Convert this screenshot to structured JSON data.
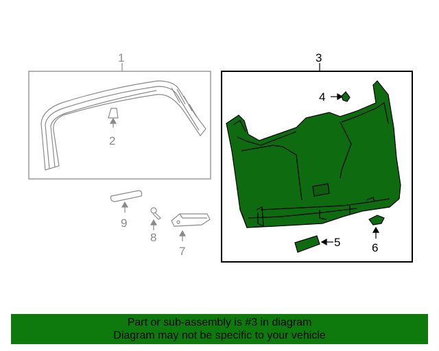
{
  "callouts": {
    "p1": "1",
    "p2": "2",
    "p3": "3",
    "p4": "4",
    "p5": "5",
    "p6": "6",
    "p7": "7",
    "p8": "8",
    "p9": "9"
  },
  "banner": {
    "line1": "Part or sub-assembly is #3 in diagram",
    "line2": "Diagram may not be specific to your vehicle"
  },
  "colors": {
    "highlight_part": "#0f6b0f",
    "banner_bg": "#0e7a0e",
    "inactive_lines": "#8a8a8a"
  }
}
